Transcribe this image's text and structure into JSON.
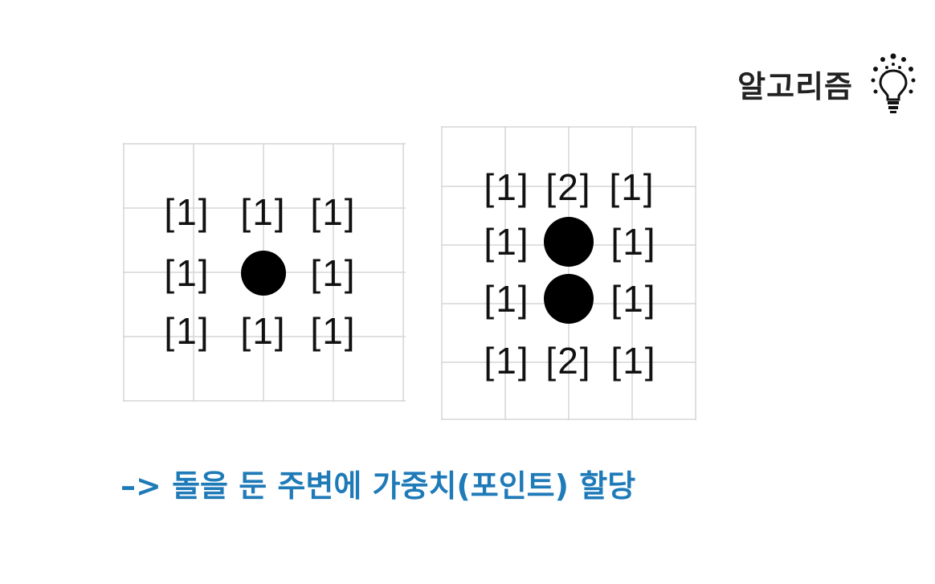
{
  "header": {
    "title": "알고리즘",
    "icon": "lightbulb-icon"
  },
  "left_grid": {
    "labels": [
      "[1]",
      "[1]",
      "[1]",
      "[1]",
      "[1]",
      "[1]",
      "[1]",
      "[1]"
    ],
    "stone_count": 1
  },
  "right_grid": {
    "labels": [
      "[1]",
      "[2]",
      "[1]",
      "[1]",
      "[1]",
      "[1]",
      "[1]",
      "[1]",
      "[2]",
      "[1]"
    ],
    "stone_count": 2
  },
  "caption": "–> 돌을 둔 주변에 가중치(포인트) 할당",
  "colors": {
    "caption": "#1f7ab8",
    "grid_line": "#d6d6d6",
    "stone": "#000000"
  }
}
